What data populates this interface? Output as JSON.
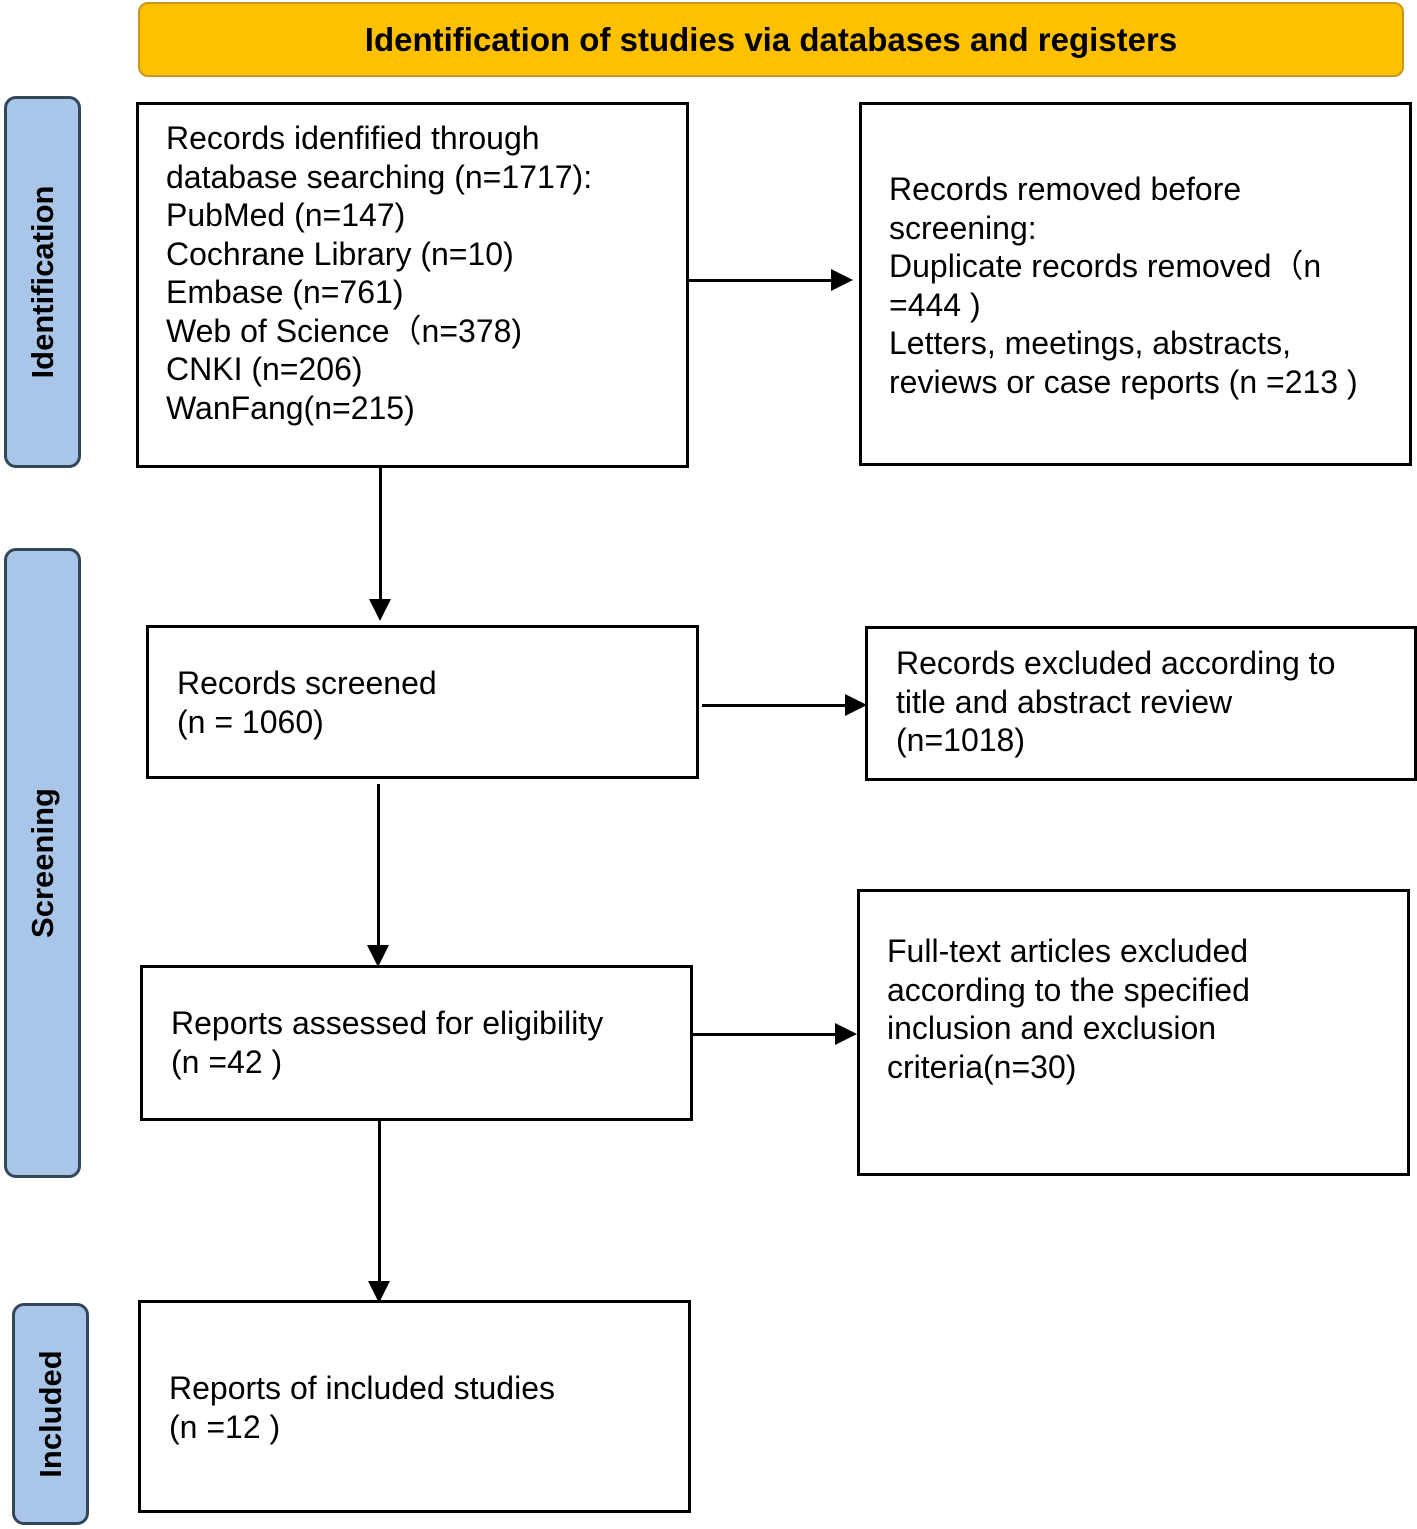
{
  "header": {
    "title": "Identification of studies via databases and registers",
    "color": "#FFC000"
  },
  "stages": {
    "identification": "Identification",
    "screening": "Screening",
    "included": "Included",
    "color": "#A9C6E8"
  },
  "boxes": {
    "records_identified": "Records idenfified through\ndatabase searching (n=1717):\nPubMed (n=147)\nCochrane Library (n=10)\nEmbase (n=761)\nWeb of Science（n=378)\nCNKI (n=206)\nWanFang(n=215)",
    "records_removed": "Records removed before\nscreening:\nDuplicate records removed（n\n=444 )\nLetters, meetings, abstracts,\nreviews or case reports (n =213 )",
    "records_screened": "Records screened\n(n = 1060)",
    "records_excluded": "Records excluded according to\ntitle and abstract review\n(n=1018)",
    "reports_assessed": "Reports assessed for eligibility\n(n =42 )",
    "fulltext_excluded": "Full-text articles excluded\naccording to the specified\ninclusion and exclusion\ncriteria(n=30)",
    "reports_included": "Reports of included studies\n(n =12 )"
  }
}
